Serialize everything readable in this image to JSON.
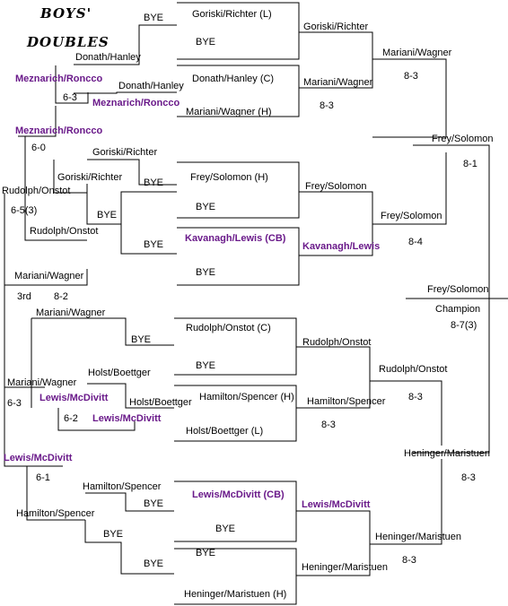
{
  "title_line1": "BOYS'",
  "title_line2": "DOUBLES",
  "champion": {
    "team": "Frey/Solomon",
    "label": "Champion",
    "score": "8-7(3)"
  },
  "third_place": {
    "label": "3rd",
    "team": "Mariani/Wagner",
    "score": "8-2"
  },
  "labels": {
    "r1_goriski_bye": "BYE",
    "goriski_richter_l": "Goriski/Richter (L)",
    "bye_1": "BYE",
    "goriski_richter_r2": "Goriski/Richter",
    "mariani_wagner_sf_top": "Mariani/Wagner",
    "score_sf_top": "8-3",
    "donath_hanley_left": "Donath/Hanley",
    "meznarich_roncco_left": "Meznarich/Roncco",
    "score_6_3_a": "6-3",
    "donath_hanley_mid": "Donath/Hanley",
    "meznarich_roncco_mid": "Meznarich/Roncco",
    "donath_hanley_c": "Donath/Hanley (C)",
    "mariani_wagner_h": "Mariani/Wagner (H)",
    "mariani_wagner_r2": "Mariani/Wagner",
    "score_8_3_a": "8-3",
    "meznarich_roncco_cons": "Meznarich/Roncco",
    "score_6_0": "6-0",
    "goriski_richter_cons_a": "Goriski/Richter",
    "goriski_richter_cons_b": "Goriski/Richter",
    "rudolph_onstot_cons": "Rudolph/Onstot",
    "score_6_5_3": "6-5(3)",
    "rudolph_onstot_cons_b": "Rudolph/Onstot",
    "bye_c1": "BYE",
    "bye_c2": "BYE",
    "frey_solomon_h": "Frey/Solomon (H)",
    "bye_2": "BYE",
    "frey_solomon_r2": "Frey/Solomon",
    "frey_solomon_qf": "Frey/Solomon",
    "score_8_4": "8-4",
    "frey_solomon_sf": "Frey/Solomon",
    "score_8_1": "8-1",
    "kavanagh_lewis_cb": "Kavanagh/Lewis (CB)",
    "bye_3": "BYE",
    "bye_4": "BYE",
    "kavanagh_lewis_r2": "Kavanagh/Lewis",
    "mariani_wagner_cons_a": "Mariani/Wagner",
    "mariani_wagner_cons_b": "Mariani/Wagner",
    "mariani_wagner_cons_c": "Mariani/Wagner",
    "score_6_3_b": "6-3",
    "bye_5": "BYE",
    "rudolph_onstot_c": "Rudolph/Onstot (C)",
    "bye_6": "BYE",
    "rudolph_onstot_r2": "Rudolph/Onstot",
    "rudolph_onstot_qf": "Rudolph/Onstot",
    "score_8_3_b": "8-3",
    "holst_boettger_a": "Holst/Boettger",
    "holst_boettger_b": "Holst/Boettger",
    "lewis_mcdivitt_a": "Lewis/McDivitt",
    "score_6_2": "6-2",
    "lewis_mcdivitt_b": "Lewis/McDivitt",
    "hamilton_spencer_h": "Hamilton/Spencer (H)",
    "holst_boettger_l": "Holst/Boettger (L)",
    "hamilton_spencer_r2": "Hamilton/Spencer",
    "score_8_3_c": "8-3",
    "lewis_mcdivitt_cons": "Lewis/McDivitt",
    "score_6_1": "6-1",
    "hamilton_spencer_cons": "Hamilton/Spencer",
    "hamilton_spencer_a": "Hamilton/Spencer",
    "bye_7": "BYE",
    "bye_8": "BYE",
    "lewis_mcdivitt_cb": "Lewis/McDivitt (CB)",
    "bye_9": "BYE",
    "lewis_mcdivitt_r2": "Lewis/McDivitt",
    "heninger_maristuen_sf": "Heninger/Maristuen",
    "score_8_3_d": "8-3",
    "heninger_maristuen_qf": "Heninger/Maristuen",
    "score_8_3_e": "8-3",
    "bye_10": "BYE",
    "bye_11": "BYE",
    "heninger_maristuen_h": "Heninger/Maristuen (H)",
    "heninger_maristuen_r2": "Heninger/Maristuen"
  }
}
